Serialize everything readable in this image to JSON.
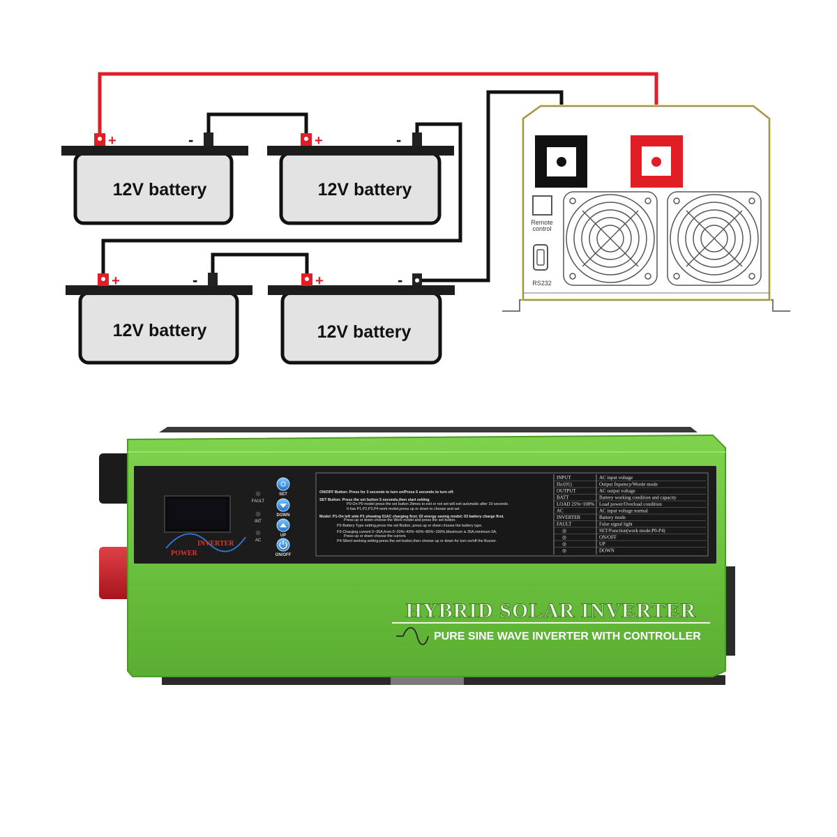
{
  "diagram": {
    "batteries": [
      {
        "label": "12V  battery",
        "pos_symbol": "+",
        "neg_symbol": "-"
      },
      {
        "label": "12V  battery",
        "pos_symbol": "+",
        "neg_symbol": "-"
      },
      {
        "label": "12V  battery",
        "pos_symbol": "+",
        "neg_symbol": "-"
      },
      {
        "label": "12V  battery",
        "pos_symbol": "+",
        "neg_symbol": "-"
      }
    ],
    "inverter_back": {
      "remote_label_1": "Remote",
      "remote_label_2": "control",
      "rs232_label": "RS232"
    },
    "colors": {
      "positive": "#e11d25",
      "negative": "#111111",
      "battery_fill": "#e3e3e3"
    }
  },
  "product": {
    "indicators": [
      {
        "name": "FAULT"
      },
      {
        "name": "INT"
      },
      {
        "name": "AC"
      }
    ],
    "buttons": [
      {
        "name": "SET"
      },
      {
        "name": "DOWN"
      },
      {
        "name": "UP"
      },
      {
        "name": "ON/OFF"
      }
    ],
    "logo_top": "INVERTER",
    "logo_bottom": "POWER",
    "instructions": [
      "ON/OFF Button: Press for 3 seconds to turn on/Press 5 seconds to turn off.",
      "SET Button: Press the set button 5 seconds,then start setting",
      "P0-On P0 model press the set button 2times to exit or not set will exit automatic after 10 seconds.",
      "It has P1,P2,P3,P4 work model,press up or down to choose and set.",
      "Model: P1-On left side P1 showing 01AC charging first; 02 energy saving model; 03 battery charge first.",
      "Press up or down choose the Work model and press the set button.",
      "P2-Battery Type setting,press the set Button, press up or down choose the battery type.",
      "P3-Charging current 0~35A,from 0~20%~40%~60%~80%~100%,Maximum is 35A,minimum 0A,",
      "Press up or down choose the current.",
      "P4-Silent working setting:press the set button,then choose up or down for turn on/off the Buzzer."
    ],
    "legend": [
      {
        "key": "INPUT",
        "value": "AC input voltage"
      },
      {
        "key": "Hz/(01)",
        "value": "Output frquency/Worde mode"
      },
      {
        "key": "OUTPUT",
        "value": "AC output voltage"
      },
      {
        "key": "BATT",
        "value": "Battery working condition and capacity"
      },
      {
        "key": "LOAD 25%~100%",
        "value": "Load power/Overload condition"
      },
      {
        "key": "AC",
        "value": "AC input voltage normal"
      },
      {
        "key": "INVERTER",
        "value": "Battery mode"
      },
      {
        "key": "FAULT",
        "value": "False signal light"
      },
      {
        "key": "◎",
        "value": "SET/Function(work mode:P0-P4)"
      },
      {
        "key": "◎",
        "value": "ON/OFF"
      },
      {
        "key": "◎",
        "value": "UP"
      },
      {
        "key": "◎",
        "value": "DOWN"
      }
    ],
    "title": "HYBRID SOLAR INVERTER",
    "subtitle": "PURE SINE WAVE INVERTER WITH CONTROLLER",
    "colors": {
      "body": "#6cc13f",
      "body_dark": "#4c9a27",
      "panel": "#1c1c1c",
      "terminal_red": "#c8202a",
      "title_text": "#e8f5e0"
    }
  }
}
